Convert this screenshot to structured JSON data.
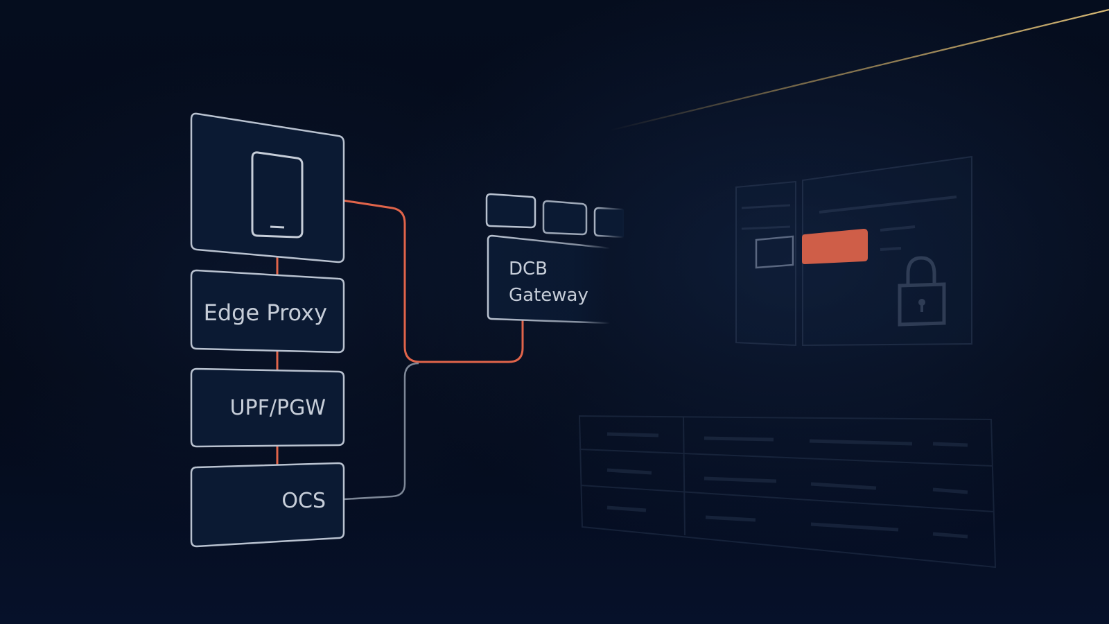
{
  "diagram": {
    "nodes": {
      "device": {
        "icon": "mobile-phone-icon"
      },
      "edge_proxy": {
        "label": "Edge Proxy"
      },
      "upf_pgw": {
        "label": "UPF/PGW"
      },
      "ocs": {
        "label": "OCS"
      },
      "dcb_gateway": {
        "label_line1": "DCB",
        "label_line2": "Gateway"
      }
    },
    "background_ui": {
      "icons": [
        "lock-icon"
      ]
    }
  },
  "colors": {
    "background": "#040b1a",
    "node_stroke": "#b9c2d0",
    "node_fill": "#0b1a33",
    "accent_orange": "#e0644a",
    "connector_gray": "#7d8797",
    "label_text": "#c7ced9",
    "gold_line": "#c9a862",
    "faint_ui": "#3a4a66"
  }
}
